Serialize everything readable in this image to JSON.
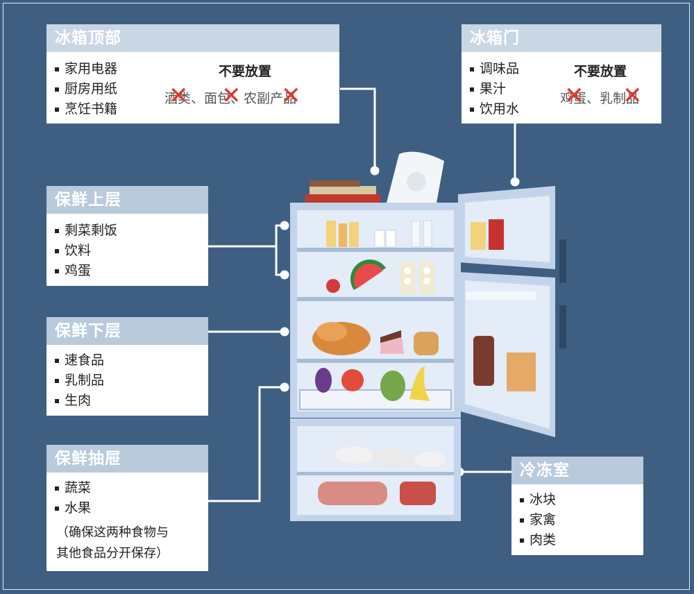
{
  "top": {
    "title": "冰箱顶部",
    "items": [
      "家用电器",
      "厨房用纸",
      "烹饪书籍"
    ],
    "no_put_heading": "不要放置",
    "no_put_text": "酒类、面包、农副产品"
  },
  "door": {
    "title": "冰箱门",
    "items": [
      "调味品",
      "果汁",
      "饮用水"
    ],
    "no_put_heading": "不要放置",
    "no_put_text": "鸡蛋、乳制品"
  },
  "upper": {
    "title": "保鲜上层",
    "items": [
      "剩菜剩饭",
      "饮料",
      "鸡蛋"
    ]
  },
  "lower": {
    "title": "保鲜下层",
    "items": [
      "速食品",
      "乳制品",
      "生肉"
    ]
  },
  "drawer": {
    "title": "保鲜抽屉",
    "items": [
      "蔬菜",
      "水果"
    ],
    "note_line1": "（确保这两种食物与",
    "note_line2": "其他食品分开保存）"
  },
  "freezer": {
    "title": "冷冻室",
    "items": [
      "冰块",
      "家禽",
      "肉类"
    ]
  },
  "colors": {
    "background": "#3e5f82",
    "card_header": "#c9d6e4",
    "fridge_body": "#c3d4ea",
    "cross": "#e3342f"
  }
}
